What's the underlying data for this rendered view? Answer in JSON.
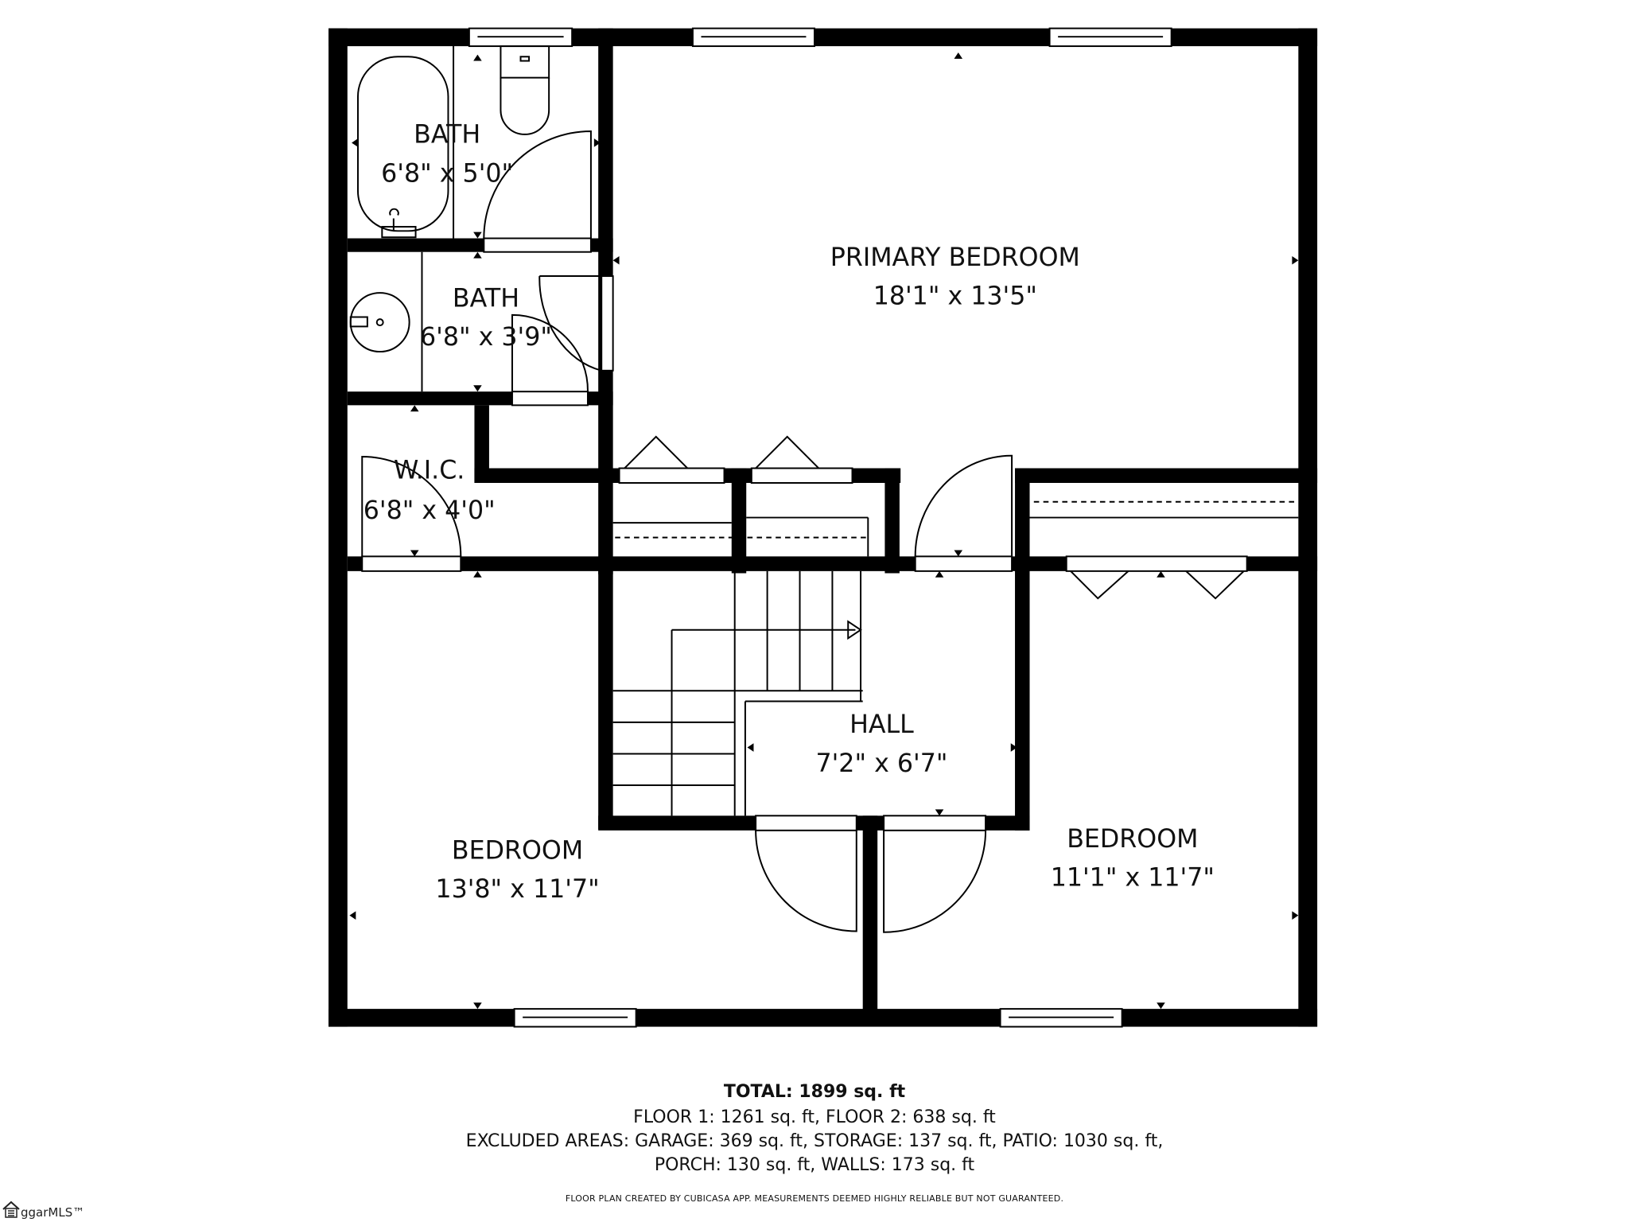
{
  "rooms": {
    "bath1": {
      "name": "BATH",
      "dims": "6'8\" x 5'0\""
    },
    "bath2": {
      "name": "BATH",
      "dims": "6'8\" x 3'9\""
    },
    "primary": {
      "name": "PRIMARY BEDROOM",
      "dims": "18'1\" x 13'5\""
    },
    "wic": {
      "name": "W.I.C.",
      "dims": "6'8\" x 4'0\""
    },
    "hall": {
      "name": "HALL",
      "dims": "7'2\" x 6'7\""
    },
    "bedroom_left": {
      "name": "BEDROOM",
      "dims": "13'8\" x 11'7\""
    },
    "bedroom_right": {
      "name": "BEDROOM",
      "dims": "11'1\" x 11'7\""
    }
  },
  "summary": {
    "total": "TOTAL: 1899 sq. ft",
    "floors": "FLOOR 1: 1261 sq. ft, FLOOR 2: 638 sq. ft",
    "excluded_line1": "EXCLUDED AREAS: GARAGE: 369 sq. ft, STORAGE: 137 sq. ft, PATIO: 1030 sq. ft,",
    "excluded_line2": "PORCH: 130 sq. ft, WALLS: 173 sq. ft",
    "disclaimer": "FLOOR PLAN CREATED BY CUBICASA APP. MEASUREMENTS DEEMED HIGHLY RELIABLE BUT NOT GUARANTEED."
  },
  "logo": {
    "text": "ggarMLS™",
    "icon": "house-icon"
  },
  "colors": {
    "wall": "#000000",
    "background": "#ffffff"
  }
}
